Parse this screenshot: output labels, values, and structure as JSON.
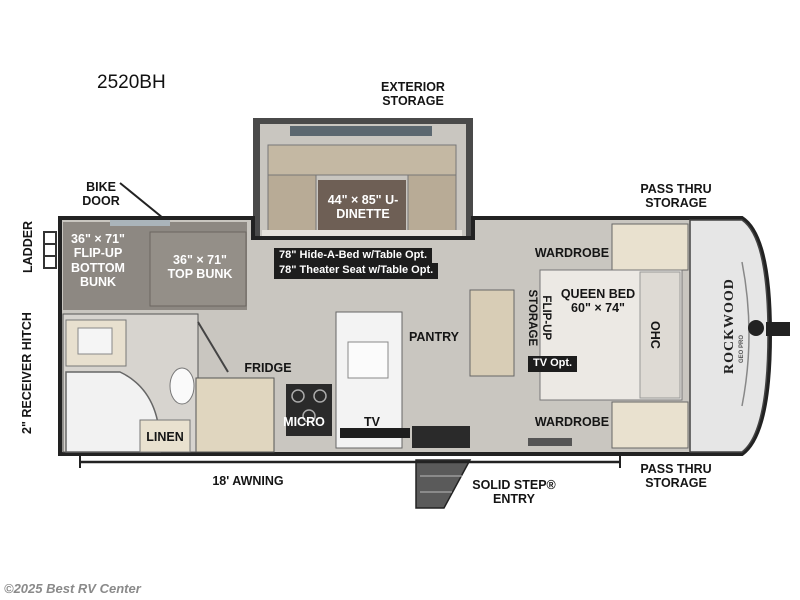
{
  "model": "2520BH",
  "brand": "ROCKWOOD",
  "brand_sub": "GEO PRO",
  "labels": {
    "exterior_storage": "EXTERIOR STORAGE",
    "bike_door": "BIKE DOOR",
    "pass_thru_top": "PASS THRU STORAGE",
    "pass_thru_bottom": "PASS THRU STORAGE",
    "ladder": "LADDER",
    "receiver_hitch": "2\" RECEIVER HITCH",
    "bottom_bunk": "36\" × 71\" FLIP-UP BOTTOM BUNK",
    "top_bunk": "36\" × 71\" TOP BUNK",
    "dinette": "44\" × 85\" U-DINETTE",
    "hide_a_bed": "78\" Hide-A-Bed w/Table Opt.",
    "theater_seat": "78\" Theater Seat w/Table Opt.",
    "wardrobe_top": "WARDROBE",
    "wardrobe_bottom": "WARDROBE",
    "flip_up_storage": "FLIP-UP STORAGE",
    "queen_bed": "QUEEN BED 60\" × 74\"",
    "ohc": "OHC",
    "tv_opt": "TV Opt.",
    "pantry": "PANTRY",
    "fridge": "FRIDGE",
    "micro": "MICRO",
    "tv": "TV",
    "linen": "LINEN",
    "awning": "18' AWNING",
    "entry": "SOLID STEP® ENTRY"
  },
  "watermark": "©2025 Best RV Center",
  "colors": {
    "outline": "#222222",
    "floor": "#c9c6c0",
    "carpet": "#8d8882",
    "wood": "#d8cdb6",
    "cabinet": "#e9e1cf",
    "cushion": "#7a736b",
    "bed": "#ece9e4"
  }
}
